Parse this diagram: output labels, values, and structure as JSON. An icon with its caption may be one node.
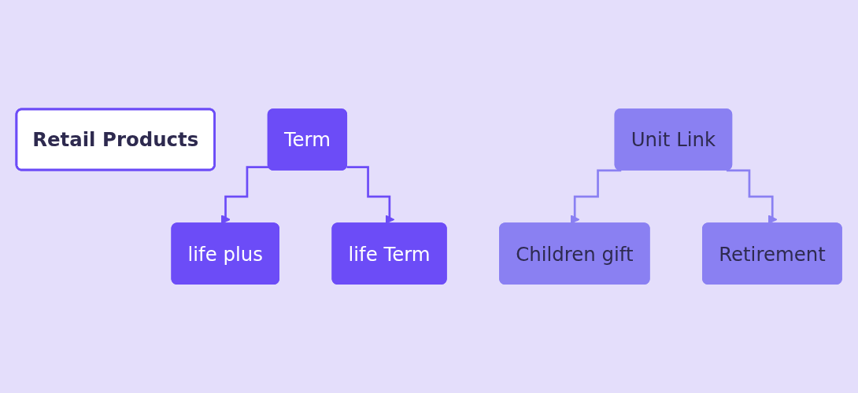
{
  "diagram": {
    "nodes": [
      {
        "text": [
          "Retail Products"
        ]
      },
      {
        "text": [
          "Term"
        ]
      },
      {
        "text": [
          "Unit Link"
        ]
      },
      {
        "text": [
          "life plus"
        ]
      },
      {
        "text": [
          "life Term"
        ]
      },
      {
        "text": [
          "Children gift"
        ]
      },
      {
        "text": [
          "Retirement"
        ]
      }
    ],
    "edges": [
      {
        "from": 1,
        "to": 3,
        "arrow": "to"
      },
      {
        "from": 1,
        "to": 4,
        "arrow": "to"
      },
      {
        "from": 2,
        "to": 5,
        "arrow": "to",
        "color": "#8a80f2"
      },
      {
        "from": 2,
        "to": 6,
        "arrow": "to",
        "color": "#8a80f2"
      }
    ]
  }
}
